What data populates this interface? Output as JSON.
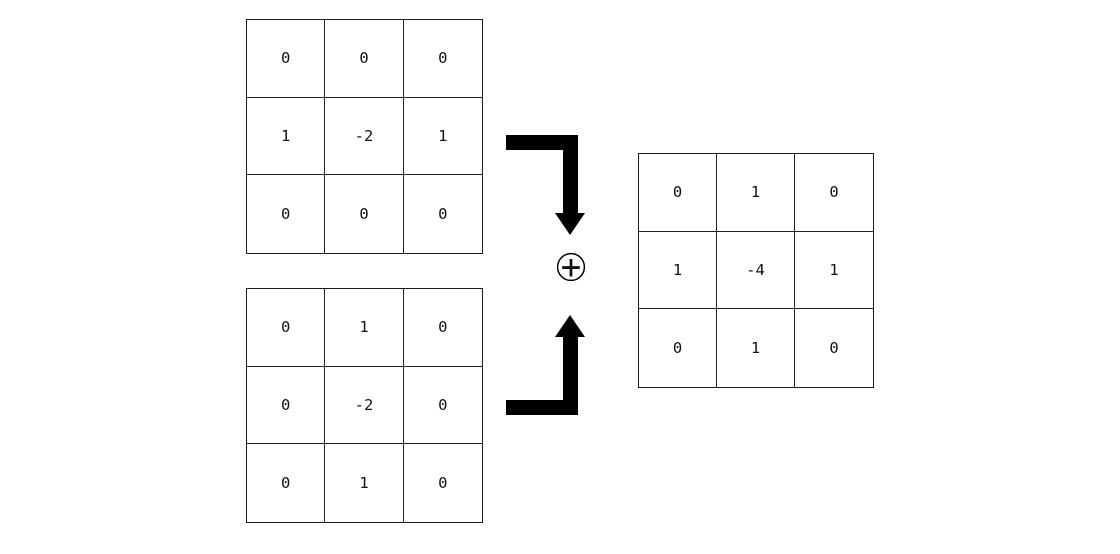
{
  "colors": {
    "background": "#ffffff",
    "grid_line": "#1c1c1c",
    "arrow": "#000000",
    "text": "#111111"
  },
  "matrices": {
    "top_left": {
      "values": [
        [
          0,
          0,
          0
        ],
        [
          1,
          -2,
          1
        ],
        [
          0,
          0,
          0
        ]
      ]
    },
    "bottom_left": {
      "values": [
        [
          0,
          1,
          0
        ],
        [
          0,
          -2,
          0
        ],
        [
          0,
          1,
          0
        ]
      ]
    },
    "result": {
      "values": [
        [
          0,
          1,
          0
        ],
        [
          1,
          -4,
          1
        ],
        [
          0,
          1,
          0
        ]
      ]
    }
  },
  "operator": {
    "symbol": "+"
  }
}
